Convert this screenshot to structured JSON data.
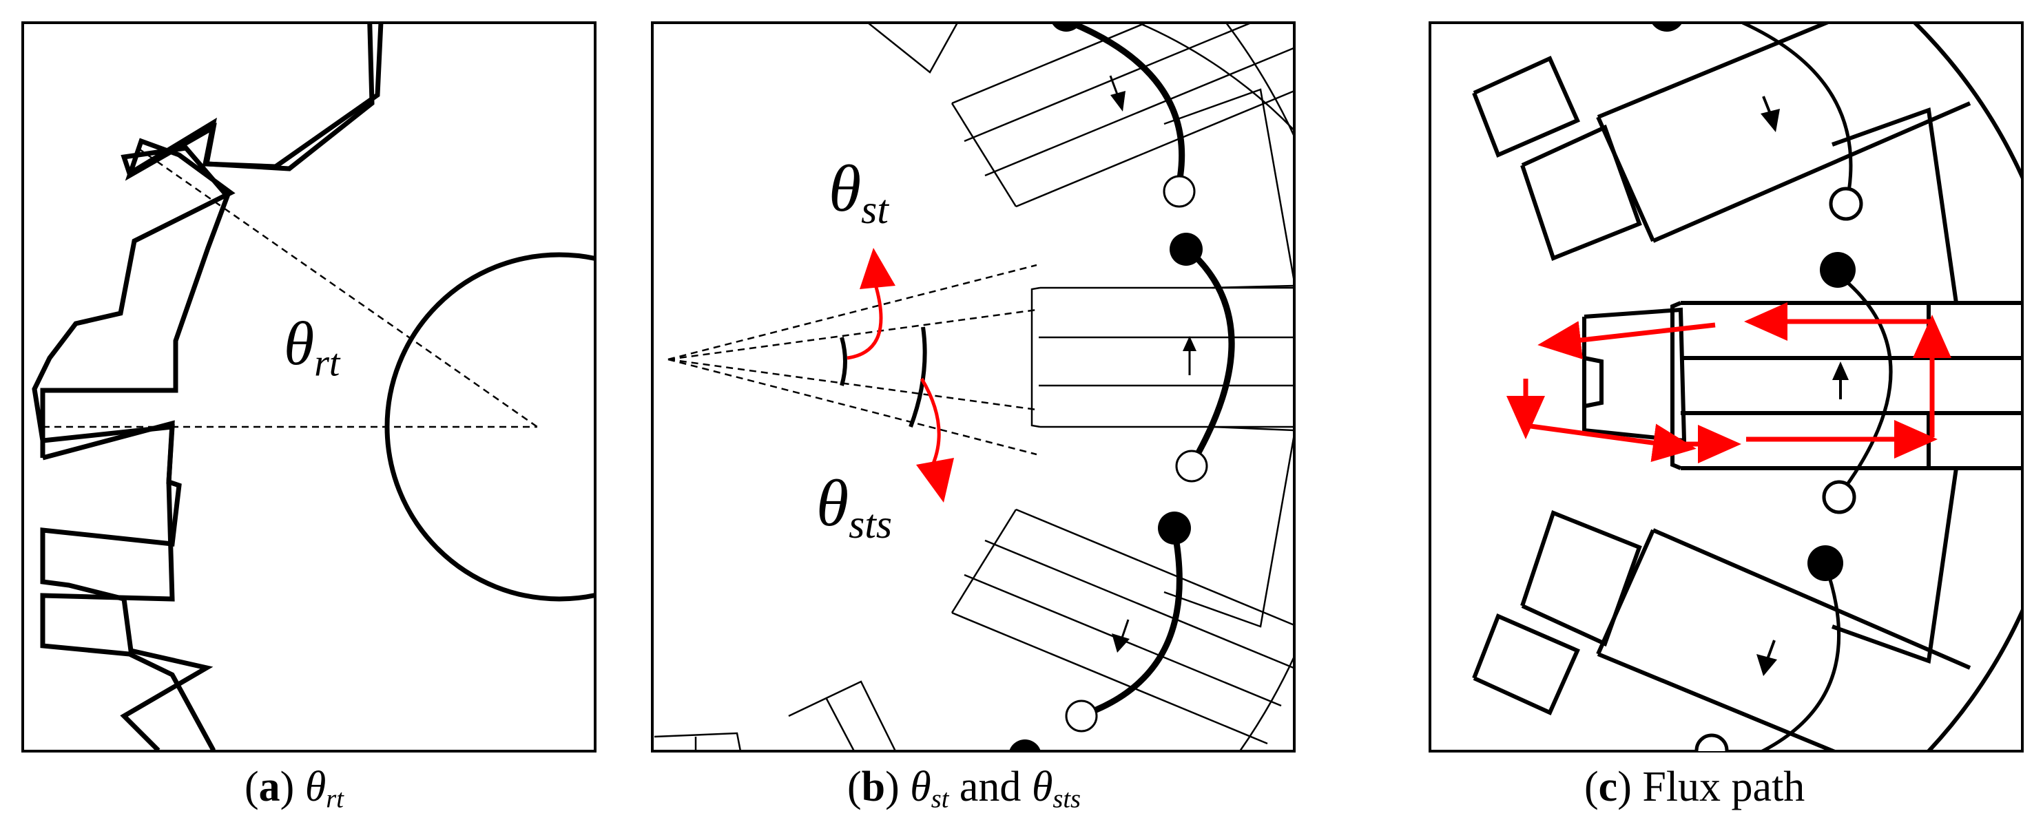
{
  "panels": [
    {
      "id": "a",
      "angle_symbol": "θ",
      "angle_subscript": "rt",
      "caption": {
        "tag": "a",
        "sym": "θ",
        "sub": "rt",
        "tail": ""
      }
    },
    {
      "id": "b",
      "labels": [
        {
          "sym": "θ",
          "sub": "st"
        },
        {
          "sym": "θ",
          "sub": "sts"
        }
      ],
      "caption": {
        "tag": "b",
        "sym": "θ",
        "sub": "st",
        "mid": " and ",
        "sym2": "θ",
        "sub2": "sts"
      }
    },
    {
      "id": "c",
      "caption": {
        "tag": "c",
        "text": "Flux path"
      }
    }
  ],
  "colors": {
    "line": "#000000",
    "flux": "#ff0000",
    "background": "#ffffff"
  }
}
